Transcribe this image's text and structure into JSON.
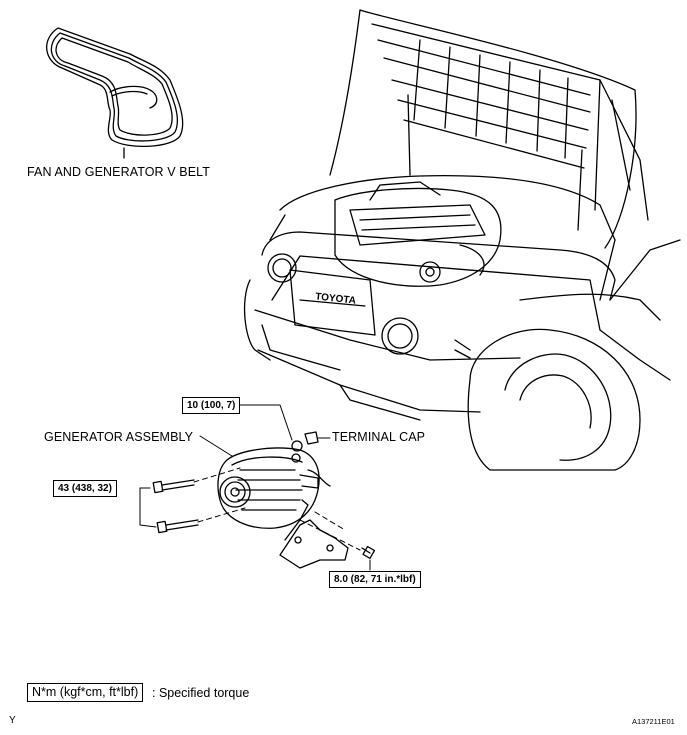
{
  "labels": {
    "belt": "FAN AND GENERATOR V BELT",
    "generator": "GENERATOR ASSEMBLY",
    "terminal_cap": "TERMINAL CAP"
  },
  "torques": {
    "terminal_nut": "10 (100, 7)",
    "generator_bolts": "43 (438, 32)",
    "bracket_bolt": "8.0 (82, 71 in.*lbf)"
  },
  "legend": {
    "unit_box": "N*m (kgf*cm, ft*lbf)",
    "text": ": Specified torque"
  },
  "emblem": "TOYOTA",
  "corner_left": "Y",
  "figure_id": "A137211E01"
}
